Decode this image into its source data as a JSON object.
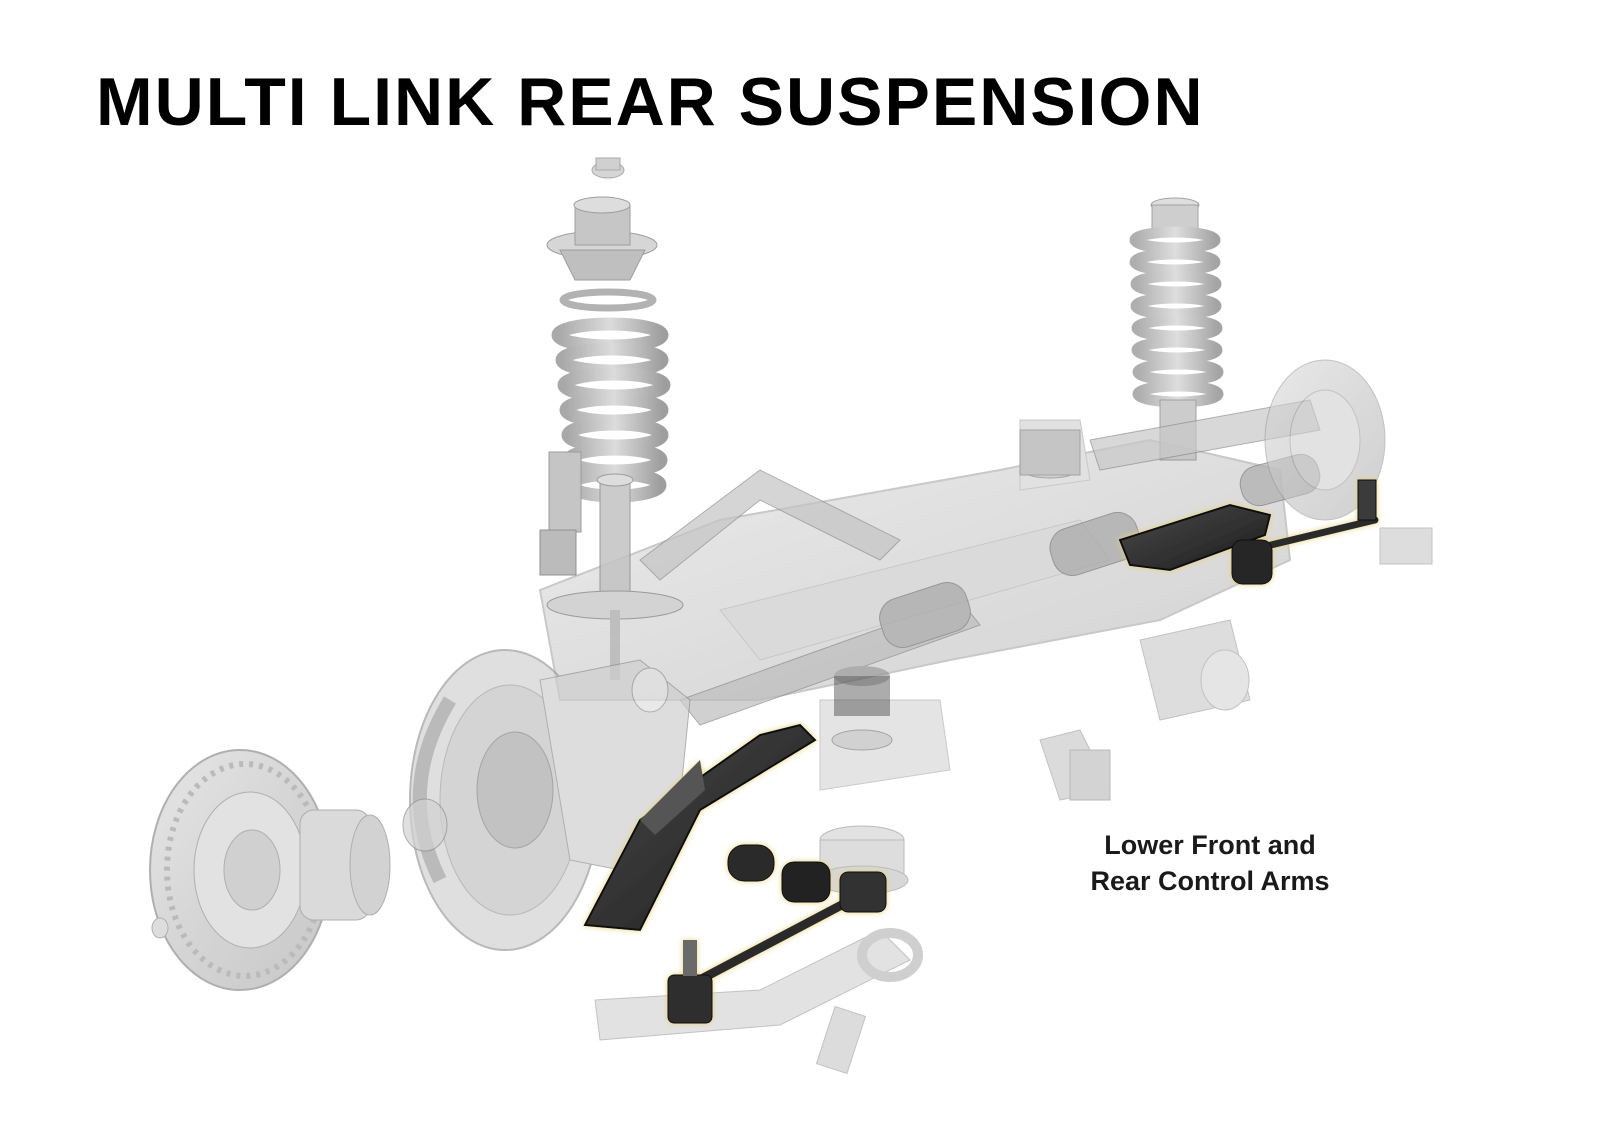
{
  "title": "MULTI LINK REAR SUSPENSION",
  "callout": {
    "line1": "Lower Front and",
    "line2": "Rear Control Arms"
  },
  "colors": {
    "background": "#ffffff",
    "title": "#000000",
    "ghost_part": "#c7c7c7",
    "ghost_part_dark": "#a9a9a9",
    "highlight_part": "#2b2b2b",
    "highlight_glow": "#e8d27a"
  }
}
